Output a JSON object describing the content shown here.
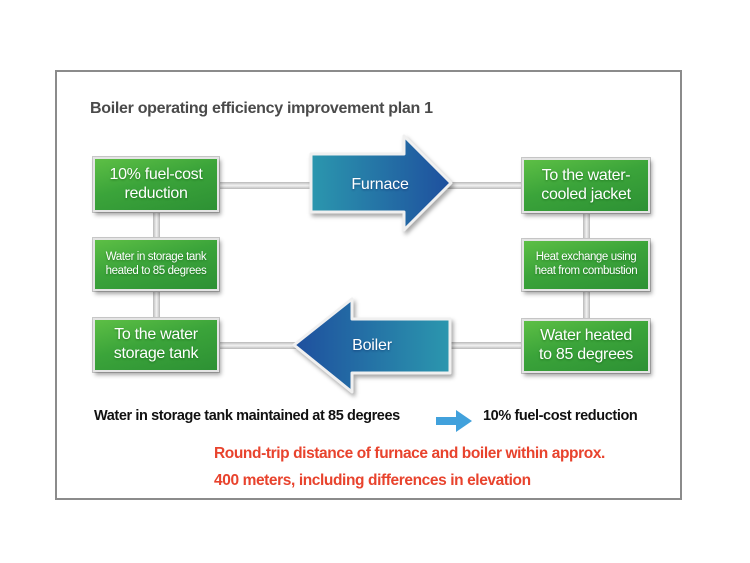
{
  "title": "Boiler operating efficiency improvement plan 1",
  "colors": {
    "box_green_top": "#5dbf45",
    "box_green_bottom": "#2d9134",
    "arrow_teal": "#2b97ae",
    "arrow_blue": "#1e4f9e",
    "summary_arrow_blue": "#41a1dc",
    "note_red": "#e8432d",
    "title_gray": "#4a4a4a",
    "connector_gray": "#b9b9b9"
  },
  "flow": {
    "boxes": [
      {
        "name": "fuel-cost-reduction-box",
        "line1": "10% fuel-cost",
        "line2": "reduction"
      },
      {
        "name": "water-cooled-jacket-box",
        "line1": "To the water-",
        "line2": "cooled jacket"
      },
      {
        "name": "storage-tank-heated-box",
        "line1": "Water in storage tank",
        "line2": "heated to 85 degrees"
      },
      {
        "name": "heat-exchange-box",
        "line1": "Heat exchange using",
        "line2": "heat from combustion"
      },
      {
        "name": "water-storage-tank-box",
        "line1": "To the water",
        "line2": "storage tank"
      },
      {
        "name": "water-heated-box",
        "line1": "Water heated",
        "line2": "to 85 degrees"
      }
    ],
    "arrows": [
      {
        "name": "furnace-arrow",
        "icon": "block-arrow-right-icon",
        "label": "Furnace",
        "direction": "right"
      },
      {
        "name": "boiler-arrow",
        "icon": "block-arrow-left-icon",
        "label": "Boiler",
        "direction": "left"
      }
    ]
  },
  "summary": {
    "left_text": "Water in storage tank maintained at 85 degrees",
    "arrow_icon": "arrow-right-icon",
    "right_text": "10% fuel-cost reduction"
  },
  "note": {
    "line1": "Round-trip distance of furnace and boiler within approx.",
    "line2": "400 meters, including differences in elevation"
  }
}
